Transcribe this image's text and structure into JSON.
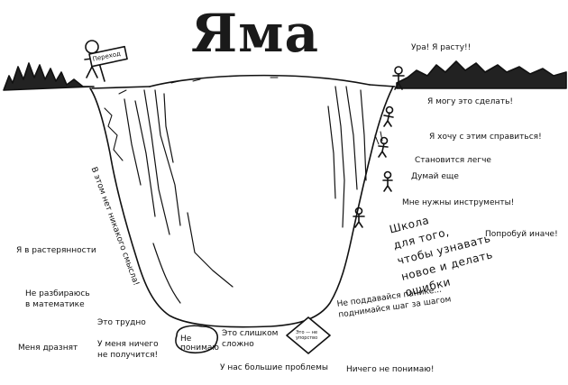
{
  "title": "Яма",
  "sign": "Переход",
  "labels": {
    "hooray": "Ура! Я расту!!",
    "can_do": "Я могу это сделать!",
    "want_cope": "Я хочу с этим справиться!",
    "easier": "Становится легче",
    "think_more": "Думай еще",
    "need_tools": "Мне нужны инструменты!",
    "try_otherwise": "Попробуй иначе!",
    "no_sense": "В этом нет никакого смысла!",
    "confused": "Я в растерянности",
    "no_math": "Не разбираюсь\nв математике",
    "hard": "Это трудно",
    "teased": "Меня дразнят",
    "fail": "У меня ничего\nне получится!",
    "dont_understand": "Не\nпонимаю",
    "too_hard": "Это слишком\nсложно",
    "easy_sign": "Это — не\nупорство",
    "big_problems": "У нас большие проблемы",
    "nothing_understand": "Ничего не понимаю!",
    "dont_panic": "Не поддавайся панике...\nподнимайся шаг за шагом",
    "school": "Школа\nдля того,\nчтобы узнавать\nновое и делать\nошибки"
  }
}
